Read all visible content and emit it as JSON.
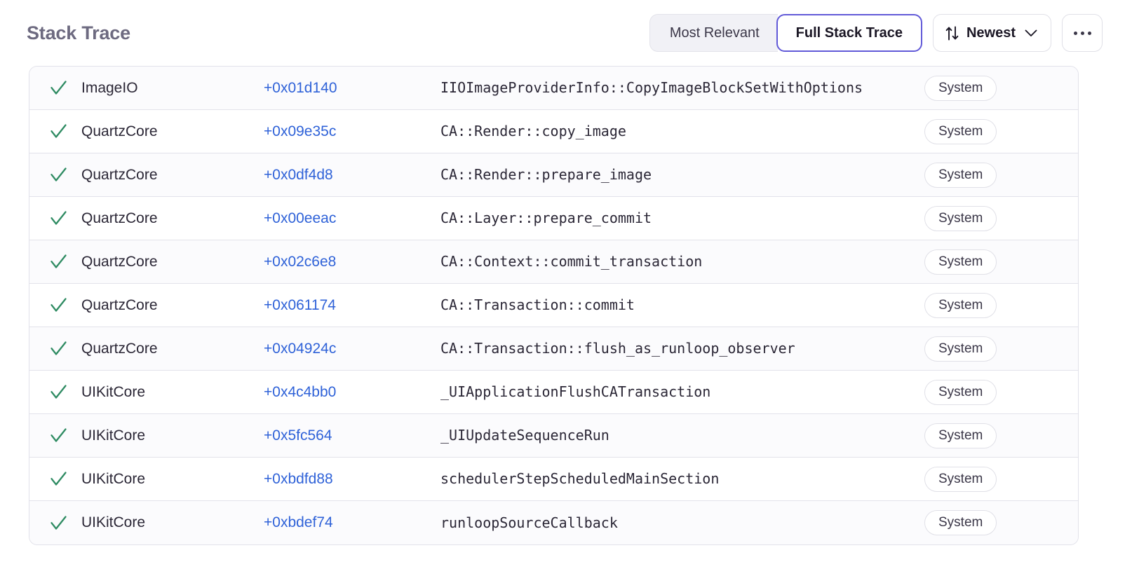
{
  "header": {
    "title": "Stack Trace",
    "segmented": {
      "options": [
        {
          "label": "Most Relevant",
          "active": false
        },
        {
          "label": "Full Stack Trace",
          "active": true
        }
      ]
    },
    "sort": {
      "label": "Newest",
      "sort_icon": "sort-arrows-icon",
      "chevron_icon": "chevron-down-icon"
    },
    "more": {
      "icon": "ellipsis-icon",
      "label": "More options"
    }
  },
  "colors": {
    "accent": "#6159d8",
    "link": "#2f62d8",
    "check": "#2e8b62",
    "title": "#6d6a80",
    "row_bg": "#fbfbfd",
    "row_alt_bg": "#ffffff",
    "border": "#e2e2ea"
  },
  "table": {
    "row_icon": "check-icon",
    "rows": [
      {
        "module": "ImageIO",
        "address": "+0x01d140",
        "symbol": "IIOImageProviderInfo::CopyImageBlockSetWithOptions",
        "badge": "System"
      },
      {
        "module": "QuartzCore",
        "address": "+0x09e35c",
        "symbol": "CA::Render::copy_image",
        "badge": "System"
      },
      {
        "module": "QuartzCore",
        "address": "+0x0df4d8",
        "symbol": "CA::Render::prepare_image",
        "badge": "System"
      },
      {
        "module": "QuartzCore",
        "address": "+0x00eeac",
        "symbol": "CA::Layer::prepare_commit",
        "badge": "System"
      },
      {
        "module": "QuartzCore",
        "address": "+0x02c6e8",
        "symbol": "CA::Context::commit_transaction",
        "badge": "System"
      },
      {
        "module": "QuartzCore",
        "address": "+0x061174",
        "symbol": "CA::Transaction::commit",
        "badge": "System"
      },
      {
        "module": "QuartzCore",
        "address": "+0x04924c",
        "symbol": "CA::Transaction::flush_as_runloop_observer",
        "badge": "System"
      },
      {
        "module": "UIKitCore",
        "address": "+0x4c4bb0",
        "symbol": "_UIApplicationFlushCATransaction",
        "badge": "System"
      },
      {
        "module": "UIKitCore",
        "address": "+0x5fc564",
        "symbol": "_UIUpdateSequenceRun",
        "badge": "System"
      },
      {
        "module": "UIKitCore",
        "address": "+0xbdfd88",
        "symbol": "schedulerStepScheduledMainSection",
        "badge": "System"
      },
      {
        "module": "UIKitCore",
        "address": "+0xbdef74",
        "symbol": "runloopSourceCallback",
        "badge": "System"
      }
    ]
  }
}
